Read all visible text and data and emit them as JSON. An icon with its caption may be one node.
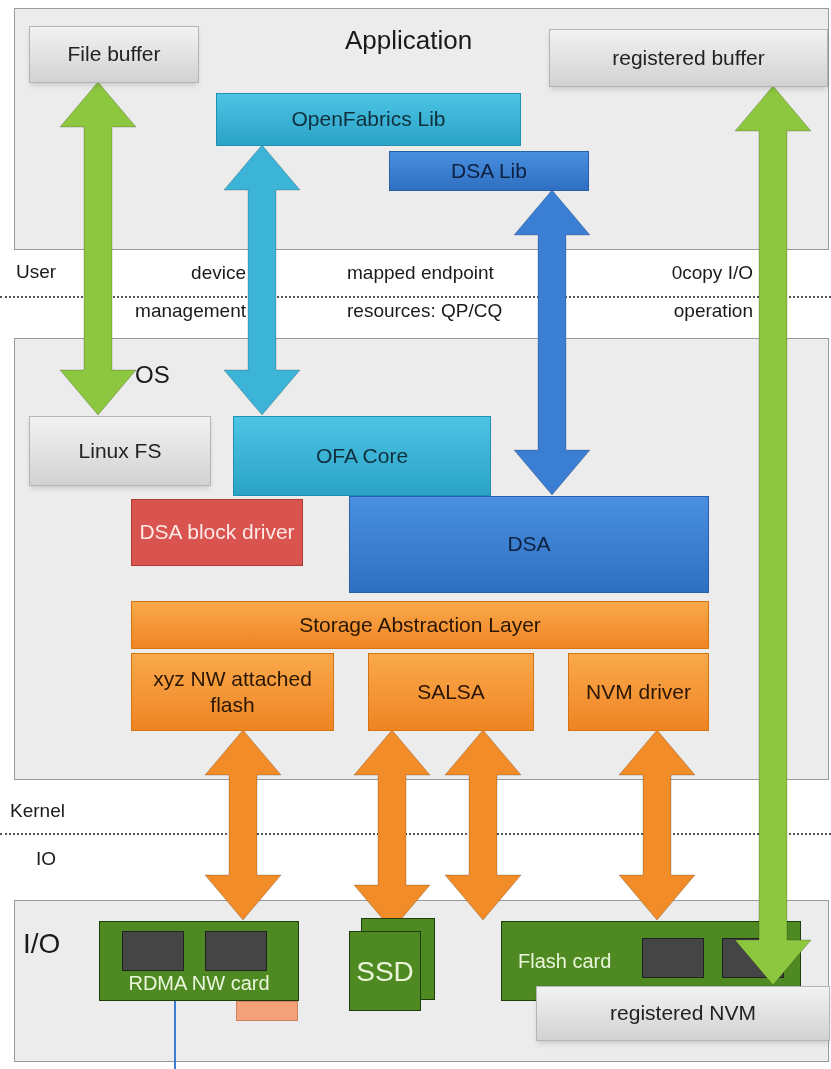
{
  "diagram": {
    "nodes": [
      {
        "text": [
          "Application"
        ]
      },
      {
        "text": [
          "File buffer"
        ],
        "in": 0
      },
      {
        "text": [
          "registered buffer"
        ],
        "in": 0
      },
      {
        "text": [
          "OpenFabrics Lib"
        ],
        "in": 0
      },
      {
        "text": [
          "DSA Lib"
        ],
        "in": 0
      },
      {
        "text": [
          "OS"
        ]
      },
      {
        "text": [
          "Linux FS"
        ],
        "in": 5
      },
      {
        "text": [
          "OFA Core"
        ],
        "in": 5
      },
      {
        "text": [
          "DSA block driver"
        ],
        "in": 5
      },
      {
        "text": [
          "DSA"
        ],
        "in": 5
      },
      {
        "text": [
          "Storage Abstraction Layer"
        ],
        "in": 5
      },
      {
        "text": [
          "xyz NW attached flash"
        ],
        "in": 5
      },
      {
        "text": [
          "SALSA"
        ],
        "in": 5
      },
      {
        "text": [
          "NVM driver"
        ],
        "in": 5
      },
      {
        "text": [
          "I/O"
        ]
      },
      {
        "text": [
          "RDMA NW card"
        ],
        "in": 14
      },
      {
        "text": [
          "SSD"
        ],
        "in": 14
      },
      {
        "text": [
          "Flash card"
        ],
        "in": 14
      },
      {
        "text": [
          "registered NVM"
        ],
        "in": 14
      }
    ],
    "edges": [
      {
        "from": 1,
        "to": 6,
        "arrow": "both",
        "style": "thick",
        "color": "#8dc63f"
      },
      {
        "from": 3,
        "to": 7,
        "arrow": "both",
        "style": "thick",
        "color": "#3bb4d8"
      },
      {
        "from": 4,
        "to": 9,
        "arrow": "both",
        "style": "thick",
        "color": "#3b7fd4"
      },
      {
        "from": 2,
        "to": 18,
        "arrow": "both",
        "style": "thick",
        "color": "#8dc63f"
      },
      {
        "from": 11,
        "to": 15,
        "arrow": "both",
        "style": "thick"
      },
      {
        "from": 12,
        "to": 16,
        "arrow": "both",
        "style": "thick"
      },
      {
        "from": 12,
        "to": 17,
        "arrow": "both",
        "style": "thick"
      },
      {
        "from": 13,
        "to": 17,
        "arrow": "both",
        "style": "thick"
      },
      {
        "from": 15,
        "to": null,
        "arrow": "none",
        "color": "#3b7fd4"
      }
    ],
    "labels": [
      "User",
      "device management",
      "mapped endpoint resources: QP/CQ",
      "0copy I/O operation",
      "Kernel",
      "IO"
    ]
  }
}
